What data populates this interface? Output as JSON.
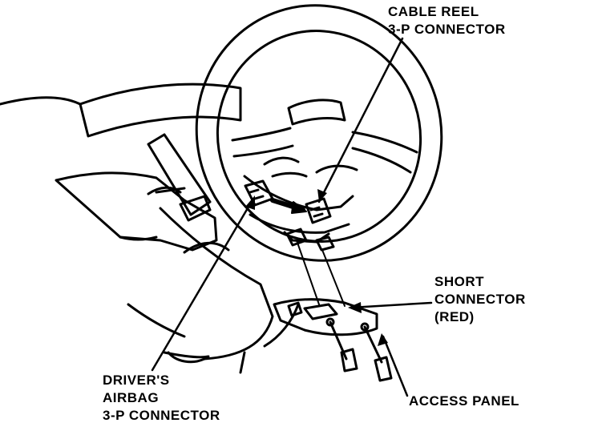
{
  "labels": {
    "cable_reel": [
      "CABLE REEL",
      "3-P CONNECTOR"
    ],
    "short_connector": [
      "SHORT",
      "CONNECTOR",
      "(RED)"
    ],
    "driver_airbag": [
      "DRIVER'S",
      "AIRBAG",
      "3-P CONNECTOR"
    ],
    "access_panel": [
      "ACCESS PANEL"
    ]
  },
  "colors": {
    "ink": "#000000",
    "paper": "#ffffff"
  }
}
